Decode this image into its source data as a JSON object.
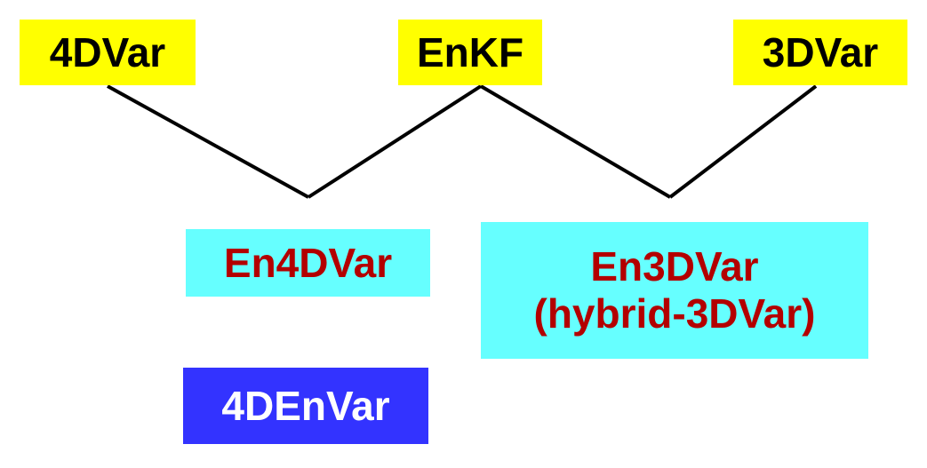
{
  "nodes": {
    "fourdvar": {
      "label": "4DVar",
      "color": "#ffff00"
    },
    "enkf": {
      "label": "EnKF",
      "color": "#ffff00"
    },
    "threedvar": {
      "label": "3DVar",
      "color": "#ffff00"
    },
    "en4dvar": {
      "label": "En4DVar",
      "color": "#66ffff",
      "text_color": "#b30000"
    },
    "en3dvar": {
      "line1": "En3DVar",
      "line2": "(hybrid-3DVar)",
      "color": "#66ffff",
      "text_color": "#b30000"
    },
    "fourdenvar": {
      "label": "4DEnVar",
      "color": "#3333ff",
      "text_color": "#ffffff"
    }
  },
  "edges": [
    {
      "from": "4DVar",
      "to": "En4DVar"
    },
    {
      "from": "EnKF",
      "to": "En4DVar"
    },
    {
      "from": "EnKF",
      "to": "En3DVar"
    },
    {
      "from": "3DVar",
      "to": "En3DVar"
    }
  ]
}
